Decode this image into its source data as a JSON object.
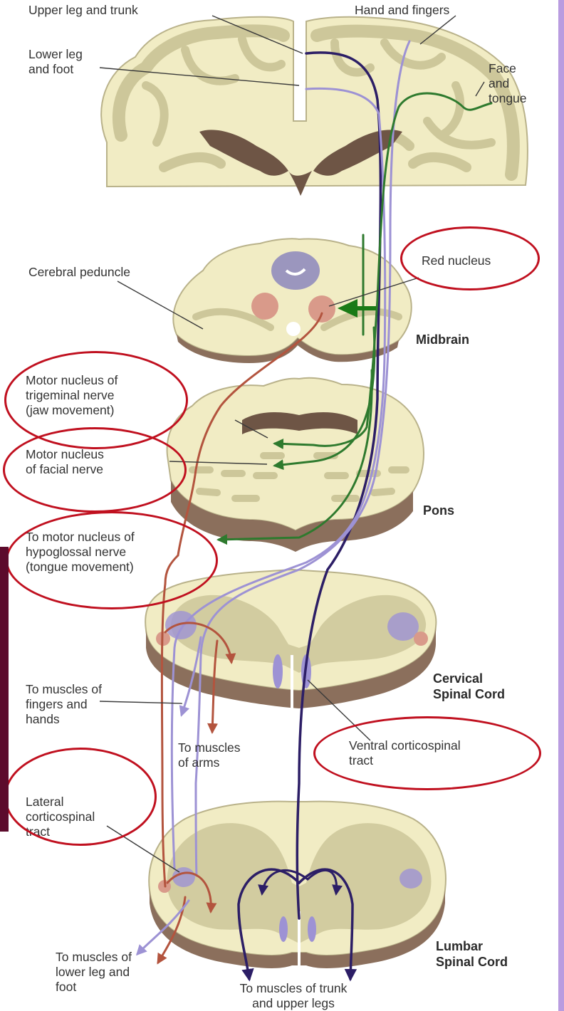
{
  "colors": {
    "tissue": "#f1ecc4",
    "grey_matter": "#cdc79a",
    "ventricle": "#6e5545",
    "section_edge": "#8b6f5c",
    "red_nucleus": "#d99a8a",
    "tectum": "#9b96be",
    "tract_blue": "#2c1e66",
    "tract_lavender": "#9d92d4",
    "tract_green": "#2e7a2e",
    "tract_rubrospinal": "#b3543e",
    "highlight_ellipse": "#c0101f",
    "side_bar_right": "#b99ce0",
    "side_bar_left": "#5c0b2c",
    "pointer_arrow": "#1a7a16"
  },
  "labels": {
    "upper_leg_trunk": "Upper leg and trunk",
    "hand_fingers": "Hand and fingers",
    "lower_leg_foot": "Lower leg\nand foot",
    "face_tongue": "Face\nand\ntongue",
    "cerebral_peduncle": "Cerebral peduncle",
    "red_nucleus": "Red nucleus",
    "motor_trigeminal": "Motor nucleus of\ntrigeminal nerve\n(jaw movement)",
    "motor_facial": "Motor nucleus\nof facial nerve",
    "hypoglossal": "To motor nucleus of\nhypoglossal nerve\n(tongue movement)",
    "muscles_fingers_hands": "To muscles of\nfingers and\nhands",
    "muscles_arms": "To muscles\nof arms",
    "ventral_corticospinal": "Ventral corticospinal\ntract",
    "lateral_corticospinal": "Lateral\ncorticospinal\ntract",
    "muscles_lower_leg_foot": "To muscles of\nlower leg and\nfoot",
    "muscles_trunk_upper_legs": "To muscles of trunk\nand upper legs"
  },
  "levels": {
    "midbrain": "Midbrain",
    "pons": "Pons",
    "cervical": "Cervical\nSpinal Cord",
    "lumbar": "Lumbar\nSpinal Cord"
  }
}
